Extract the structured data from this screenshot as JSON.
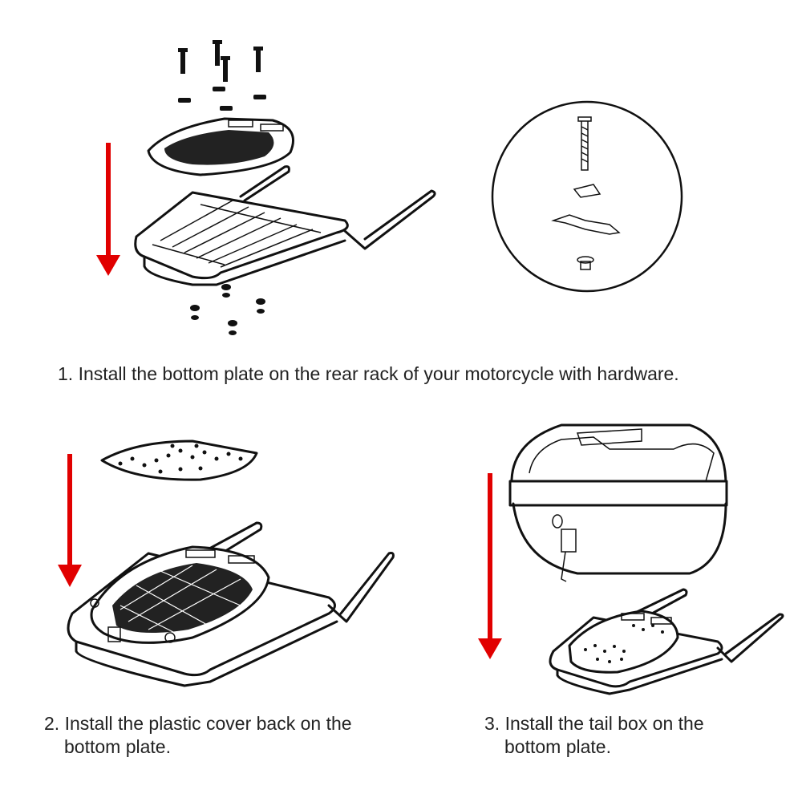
{
  "steps": [
    {
      "line1": "1. Install the bottom plate on the rear rack of your motorcycle with hardware."
    },
    {
      "line1": "2. Install the plastic cover back on the",
      "line2": "bottom plate."
    },
    {
      "line1": "3. Install the tail box on the",
      "line2": "bottom plate."
    }
  ],
  "colors": {
    "arrow": "#e10000",
    "line": "#111111"
  }
}
